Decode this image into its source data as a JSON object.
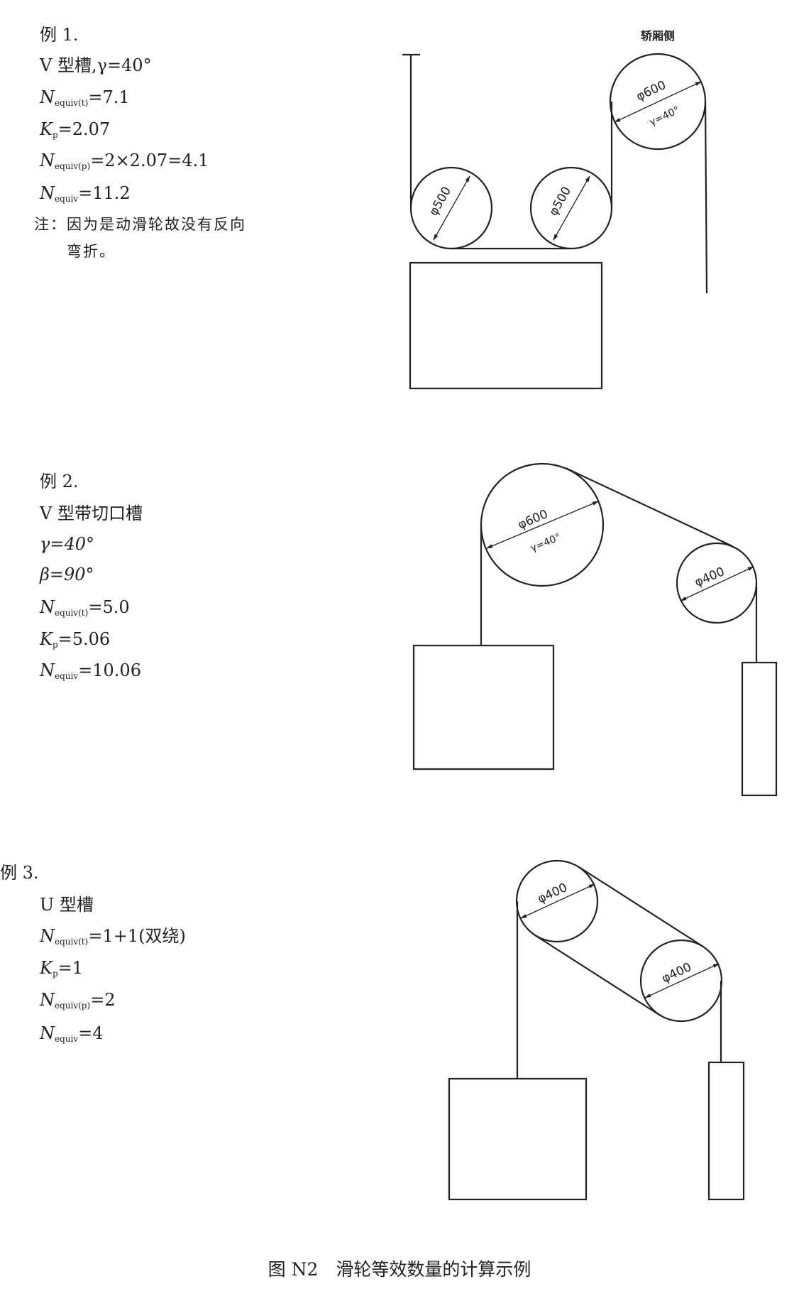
{
  "example1": {
    "title": "例 1.",
    "groove": "V 型槽,γ=40°",
    "formulas": [
      {
        "main": "N",
        "sub": "equiv(t)",
        "rest": "=7.1"
      },
      {
        "main": "K",
        "sub": "p",
        "rest": "=2.07"
      },
      {
        "main": "N",
        "sub": "equiv(p)",
        "rest": "=2×2.07=4.1"
      },
      {
        "main": "N",
        "sub": "equiv",
        "rest": "=11.2"
      }
    ],
    "note1": "注：因为是动滑轮故没有反向",
    "note2": "弯折。",
    "car_side": "轿厢侧",
    "sheave_left": "φ500",
    "sheave_mid": "φ500",
    "sheave_top": "φ600",
    "sheave_top_angle": "γ=40°"
  },
  "example2": {
    "title": "例 2.",
    "groove": "V 型带切口槽",
    "lines": [
      "γ=40°",
      "β=90°"
    ],
    "formulas": [
      {
        "main": "N",
        "sub": "equiv(t)",
        "rest": "=5.0"
      },
      {
        "main": "K",
        "sub": "p",
        "rest": "=5.06"
      },
      {
        "main": "N",
        "sub": "equiv",
        "rest": "=10.06"
      }
    ],
    "sheave_big": "φ600",
    "sheave_big_angle": "γ=40°",
    "sheave_small": "φ400"
  },
  "example3": {
    "title": "例 3.",
    "groove": "U 型槽",
    "formulas": [
      {
        "main": "N",
        "sub": "equiv(t)",
        "rest": "=1+1(双绕)"
      },
      {
        "main": "K",
        "sub": "p",
        "rest": "=1"
      },
      {
        "main": "N",
        "sub": "equiv(p)",
        "rest": "=2"
      },
      {
        "main": "N",
        "sub": "equiv",
        "rest": "=4"
      }
    ],
    "sheave_a": "φ400",
    "sheave_b": "φ400"
  },
  "caption": "图 N2　滑轮等效数量的计算示例"
}
